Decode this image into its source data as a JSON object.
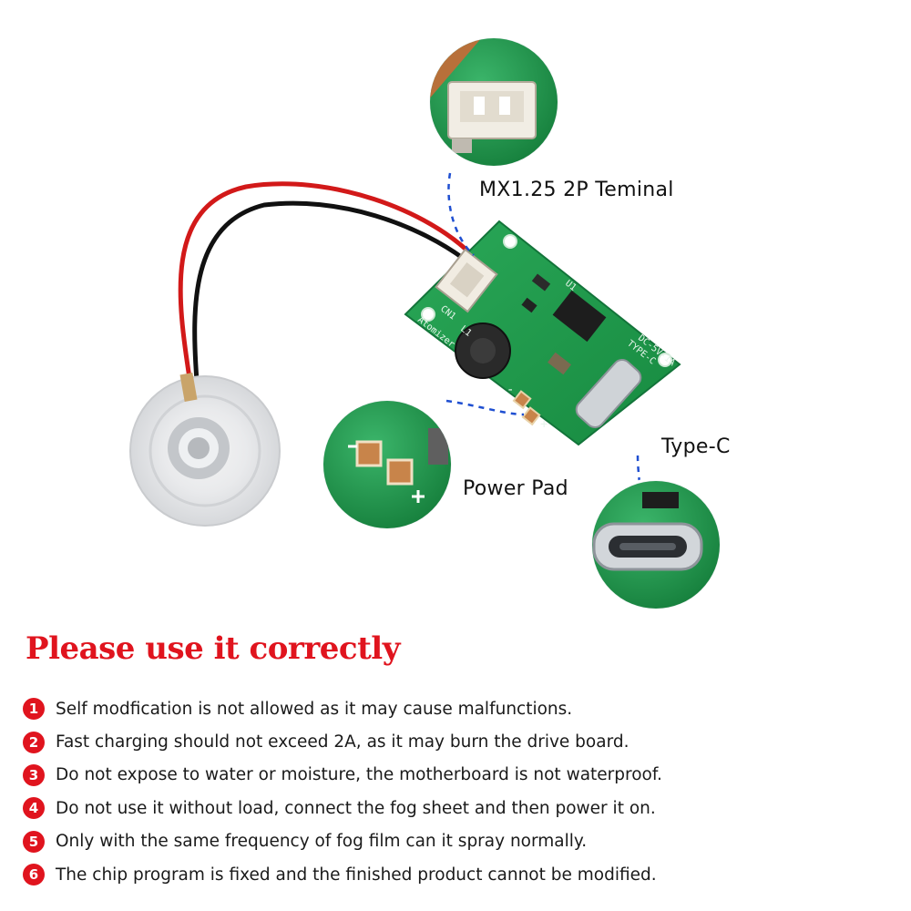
{
  "callouts": {
    "terminal": "MX1.25 2P Teminal",
    "type_c": "Type-C",
    "power_pad": "Power Pad"
  },
  "board_silkscreen": {
    "connector": "CN1",
    "atomizer": "Atomizer",
    "inductor": "L1",
    "chip": "U1",
    "port": "TYPE-C",
    "input": "DC-5V-1A",
    "minus": "-",
    "plus": "+"
  },
  "warning": {
    "title": "Please use it correctly",
    "items": [
      {
        "num": "1",
        "text": "Self modfication is not allowed as it may cause malfunctions."
      },
      {
        "num": "2",
        "text": "Fast charging should not exceed 2A, as it may burn the drive board."
      },
      {
        "num": "3",
        "text": "Do not expose to water or moisture, the motherboard is not waterproof."
      },
      {
        "num": "4",
        "text": "Do not use it without load, connect the fog sheet and then power it on."
      },
      {
        "num": "5",
        "text": "Only with the same frequency of fog film can it spray normally."
      },
      {
        "num": "6",
        "text": "The chip program is fixed and the finished product cannot be modified."
      }
    ]
  },
  "colors": {
    "accent_red": "#e0141e",
    "pcb_green": "#1f9a4a",
    "callout_blue": "#1f4fd1",
    "wire_red": "#d21919",
    "wire_black": "#111111"
  }
}
